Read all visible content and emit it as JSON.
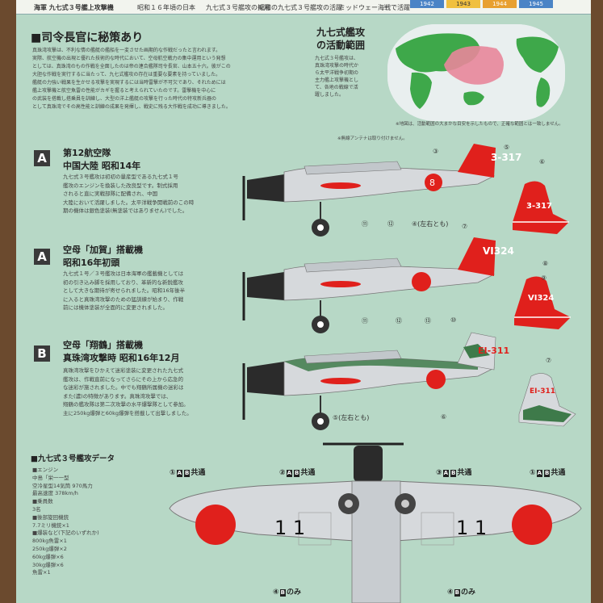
{
  "strip": {
    "left": "海軍  九七式３号艦上攻撃機",
    "mid1": "昭和１６年頃の日本",
    "mid2": "九七式３号艦攻の採用",
    "mid3": "昭和の九七式３号艦攻の活躍",
    "mid4": "ミッドウェー海戦で活躍",
    "years": [
      "1942",
      "1943",
      "1944",
      "1945"
    ]
  },
  "heading": "■司令長官に秘策あり",
  "intro": [
    "真珠湾攻撃は、不利な情の艦艇の艦船を一変させた画期的な作戦だったと言われます。",
    "実際、航空機の出現と優れた技術的な時代において、空母航空戦力の集中運用という発想",
    "としては、真珠湾のもの作戦を全面したのは帝の連合艦隊司令長官、山本五十六。彼がこの",
    "大胆な作戦を実行するに当たって、九七式艦攻の存在は重要な要素を持っていました。",
    "艦艇の力強い戦果を生かせる攻撃を実現するには当時雷撃が不可欠であり、それためには",
    "艦上攻撃機と航空魚雷の性能がカギを握ると考えられていたのです。雷撃機を中心に",
    "の武装を搭載し搭乗員を訓練し、大型の洋上艦艇の攻撃を行った時代の特攻新兵器の",
    "として真珠湾でその高性能と訓練の成果を発揮し、戦史に残る大作戦を成功に導きました。"
  ],
  "map": {
    "title_line1": "九七式艦攻",
    "title_line2": "の活動範囲",
    "caption": [
      "九七式３号艦攻は、",
      "真珠湾攻撃の時代か",
      "ら太平洋戦争初期の",
      "主力艦上攻撃機とし",
      "て、各地の戦線で活",
      "躍しました。"
    ],
    "note": "※地図は、活動範囲の大まかな目安を示したもので、正確な範囲とは一致しません。",
    "antenna_note": "※無線アンテナは取り付けません。"
  },
  "sections": [
    {
      "badge": "A",
      "title1": "第12航空隊",
      "title2": "中国大陸  昭和14年",
      "body": [
        "九七式３号艦攻は初初の量産型である九七式１号",
        "艦攻のエンジンを換装した改良型です。制式採用",
        "されると直に実戦部隊に配備され、中国",
        "大陸において活躍しました。太平洋戦争開戦前のこの時",
        "期の機体は銀色塗装(無塗装ではありません)でした。"
      ],
      "tail": "3-317",
      "fuselage": "8"
    },
    {
      "badge": "A",
      "title1": "空母「加賀」搭載機",
      "title2": "昭和16年初頭",
      "body": [
        "九七式１号／３号艦攻は日本海軍の艦載機としては",
        "初の引き込み脚を採用しており、革新的な新鋭艦攻",
        "として大きな期待が寄せられました。昭和16年後半",
        "に入ると真珠湾攻撃のための猛訓練が始まり、作戦",
        "前には機体塗装が全面的に変更されました。"
      ],
      "tail": "VI324"
    },
    {
      "badge": "B",
      "title1": "空母「翔鶴」搭載機",
      "title2": "真珠湾攻撃時  昭和16年12月",
      "body": [
        "真珠湾攻撃をひかえて迷彩塗装に変更された九七式",
        "艦攻は、作戦直前になってさらにその上から応急的",
        "な迷彩が施されました。中でも翔鶴所属機の迷彩は",
        "また(濃)の特徴があります。真珠湾攻撃では、",
        "翔鶴の艦攻隊は第二次攻撃の水平爆撃隊として参加。",
        "主に250kg爆弾と60kg爆弾を搭載して出撃しました。"
      ],
      "tail": "EI-311"
    }
  ],
  "callouts": {
    "s1": [
      "③",
      "⑤",
      "⑥",
      "⑪",
      "⑫",
      "④(左右とも)",
      "⑦"
    ],
    "s2": [
      "⑧",
      "⑪",
      "⑫",
      "⑬",
      "⑩",
      "⑨"
    ],
    "s3": [
      "⑦",
      "⑤(左右とも)",
      "⑥"
    ]
  },
  "data": {
    "title": "■九七式３号艦攻データ",
    "items": [
      "■エンジン",
      "中島「栄一一型",
      "空冷星型14気筒  970馬力",
      "最高速度  378km/h",
      "■乗員数",
      "3名",
      "■後部旋回機銃",
      "7.7ミリ機銃×1",
      "■爆装など(下記のいずれか)",
      "800kg魚雷×1",
      "250kg爆弾×2",
      "60kg爆弾×6",
      "30kg爆弾×6",
      "魚雷×1"
    ]
  },
  "wing": {
    "labels": [
      {
        "n": "①",
        "b1": "A",
        "b2": "B",
        "t": "共通"
      },
      {
        "n": "②",
        "b1": "A",
        "b2": "B",
        "t": "共通"
      },
      {
        "n": "③",
        "b1": "A",
        "b2": "B",
        "t": "共通"
      },
      {
        "n": "①",
        "b1": "A",
        "b2": "B",
        "t": "共通"
      }
    ],
    "bottom": [
      {
        "n": "④",
        "b1": "B",
        "t": "のみ"
      },
      {
        "n": "④",
        "b1": "B",
        "t": "のみ"
      }
    ],
    "num_left": "1 1",
    "num_right": "1 1"
  },
  "colors": {
    "sheet": "#b7d8c6",
    "hinomaru": "#e0201c",
    "silver": "#d6d9dc",
    "cowl": "#2b2b2b",
    "green": "#3e7a4a"
  }
}
